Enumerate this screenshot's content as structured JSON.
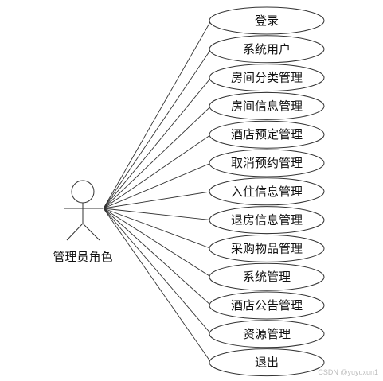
{
  "actor": {
    "label": "管理员角色"
  },
  "use_cases": [
    "登录",
    "系统用户",
    "房间分类管理",
    "房间信息管理",
    "酒店预定管理",
    "取消预约管理",
    "入住信息管理",
    "退房信息管理",
    "采购物品管理",
    "系统管理",
    "酒店公告管理",
    "资源管理",
    "退出"
  ],
  "watermark": "CSDN @yuyuxun1"
}
